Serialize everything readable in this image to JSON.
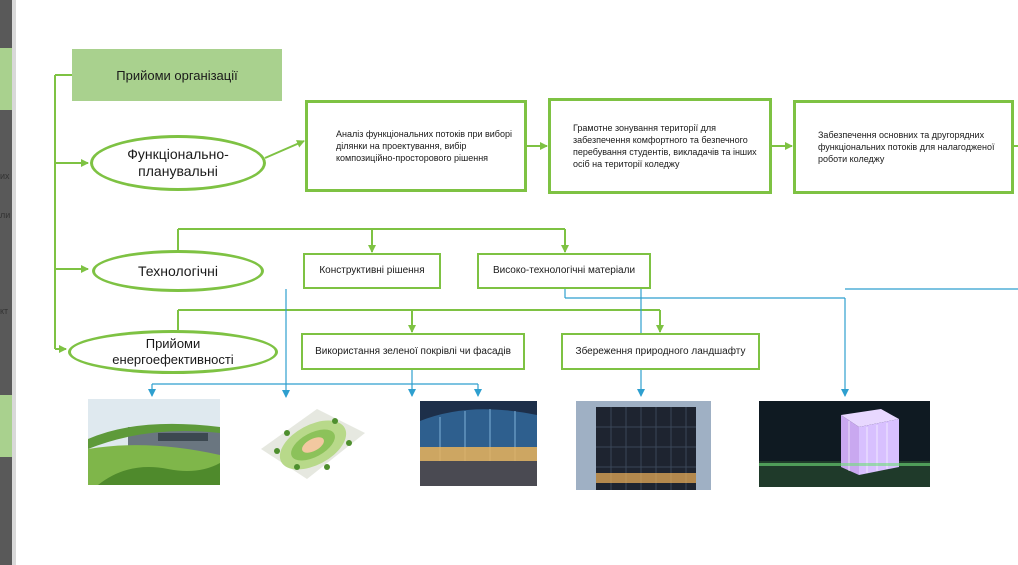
{
  "header": {
    "title": "Прийоми організації"
  },
  "left_cut": [
    "их",
    "ли",
    "кт"
  ],
  "categories": {
    "functional": {
      "line1": "Функціонально-",
      "line2": "планувальні"
    },
    "technological": {
      "label": "Технологічні"
    },
    "energy": {
      "line1": "Прийоми",
      "line2": "енергоефективності"
    }
  },
  "functional_steps": [
    "Аналіз функціональних потоків при виборі ділянки на проектування, вибір композиційно-просторового рішення",
    "Грамотне зонування території для забезпечення комфортного та безпечного перебування студентів, викладачів та інших осіб на території коледжу",
    "Забезпечення основних та другорядних функціональних потоків для налагодженої роботи коледжу"
  ],
  "tech_items": [
    "Конструктивні рішення",
    "Високо-технологічні матеріали"
  ],
  "energy_items": [
    "Використання зеленої покрівлі чи фасадів",
    "Збереження природного ландшафту"
  ],
  "photos": [
    "green-roof-building-photo",
    "site-plan-render",
    "glass-facade-building-photo",
    "dark-glass-building-photo",
    "illuminated-cube-building-photo"
  ],
  "colors": {
    "accent_green": "#7ec243",
    "header_green": "#a9d18e",
    "connector_blue": "#2e9fcf"
  }
}
